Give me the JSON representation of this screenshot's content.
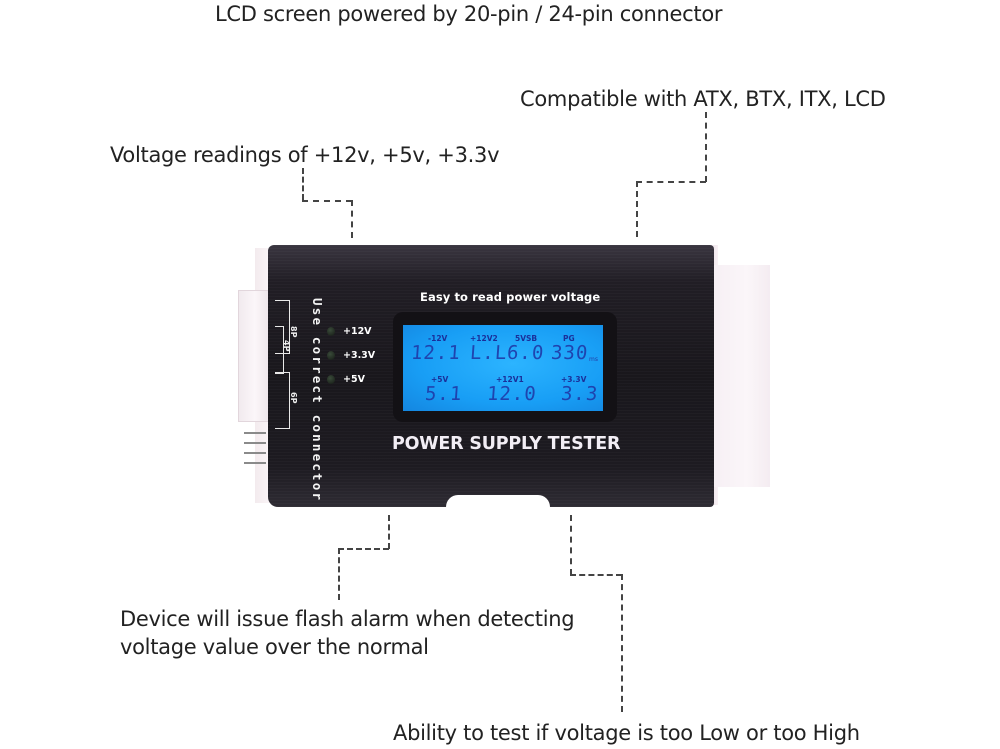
{
  "captions": {
    "top": "LCD screen powered by 20-pin / 24-pin connector",
    "compatible": "Compatible with ATX, BTX, ITX, LCD",
    "voltage_readings": "Voltage readings of +12v, +5v, +3.3v",
    "flash_alarm_line1": "Device will issue flash alarm when detecting",
    "flash_alarm_line2": "voltage value over the normal",
    "low_high": "Ability to test if voltage is too Low or too High"
  },
  "device": {
    "side_text": "Use correct connector",
    "bracket_labels": [
      "8P",
      "4P",
      "6P"
    ],
    "leds": [
      {
        "label": "+12V"
      },
      {
        "label": "+3.3V"
      },
      {
        "label": "+5V"
      }
    ],
    "tagline": "Easy to read power voltage",
    "title": "POWER SUPPLY TESTER",
    "lcd": {
      "top_row": [
        {
          "label": "-12V",
          "value": "12.1"
        },
        {
          "label": "+12V2",
          "value": "L.L"
        },
        {
          "label": "5VSB",
          "value": "6.0"
        },
        {
          "label": "PG",
          "value": "330",
          "unit": "ms"
        }
      ],
      "bottom_row": [
        {
          "label": "+5V",
          "value": "5.1"
        },
        {
          "label": "+12V1",
          "value": "12.0"
        },
        {
          "label": "+3.3V",
          "value": "3.3"
        }
      ]
    }
  },
  "colors": {
    "lcd_background": "#189ef5",
    "lcd_text": "#1f3aa8",
    "device_body": "#1d1b21",
    "connector": "#f8f2f6",
    "caption_text": "#222222",
    "leader_line": "#444444"
  }
}
